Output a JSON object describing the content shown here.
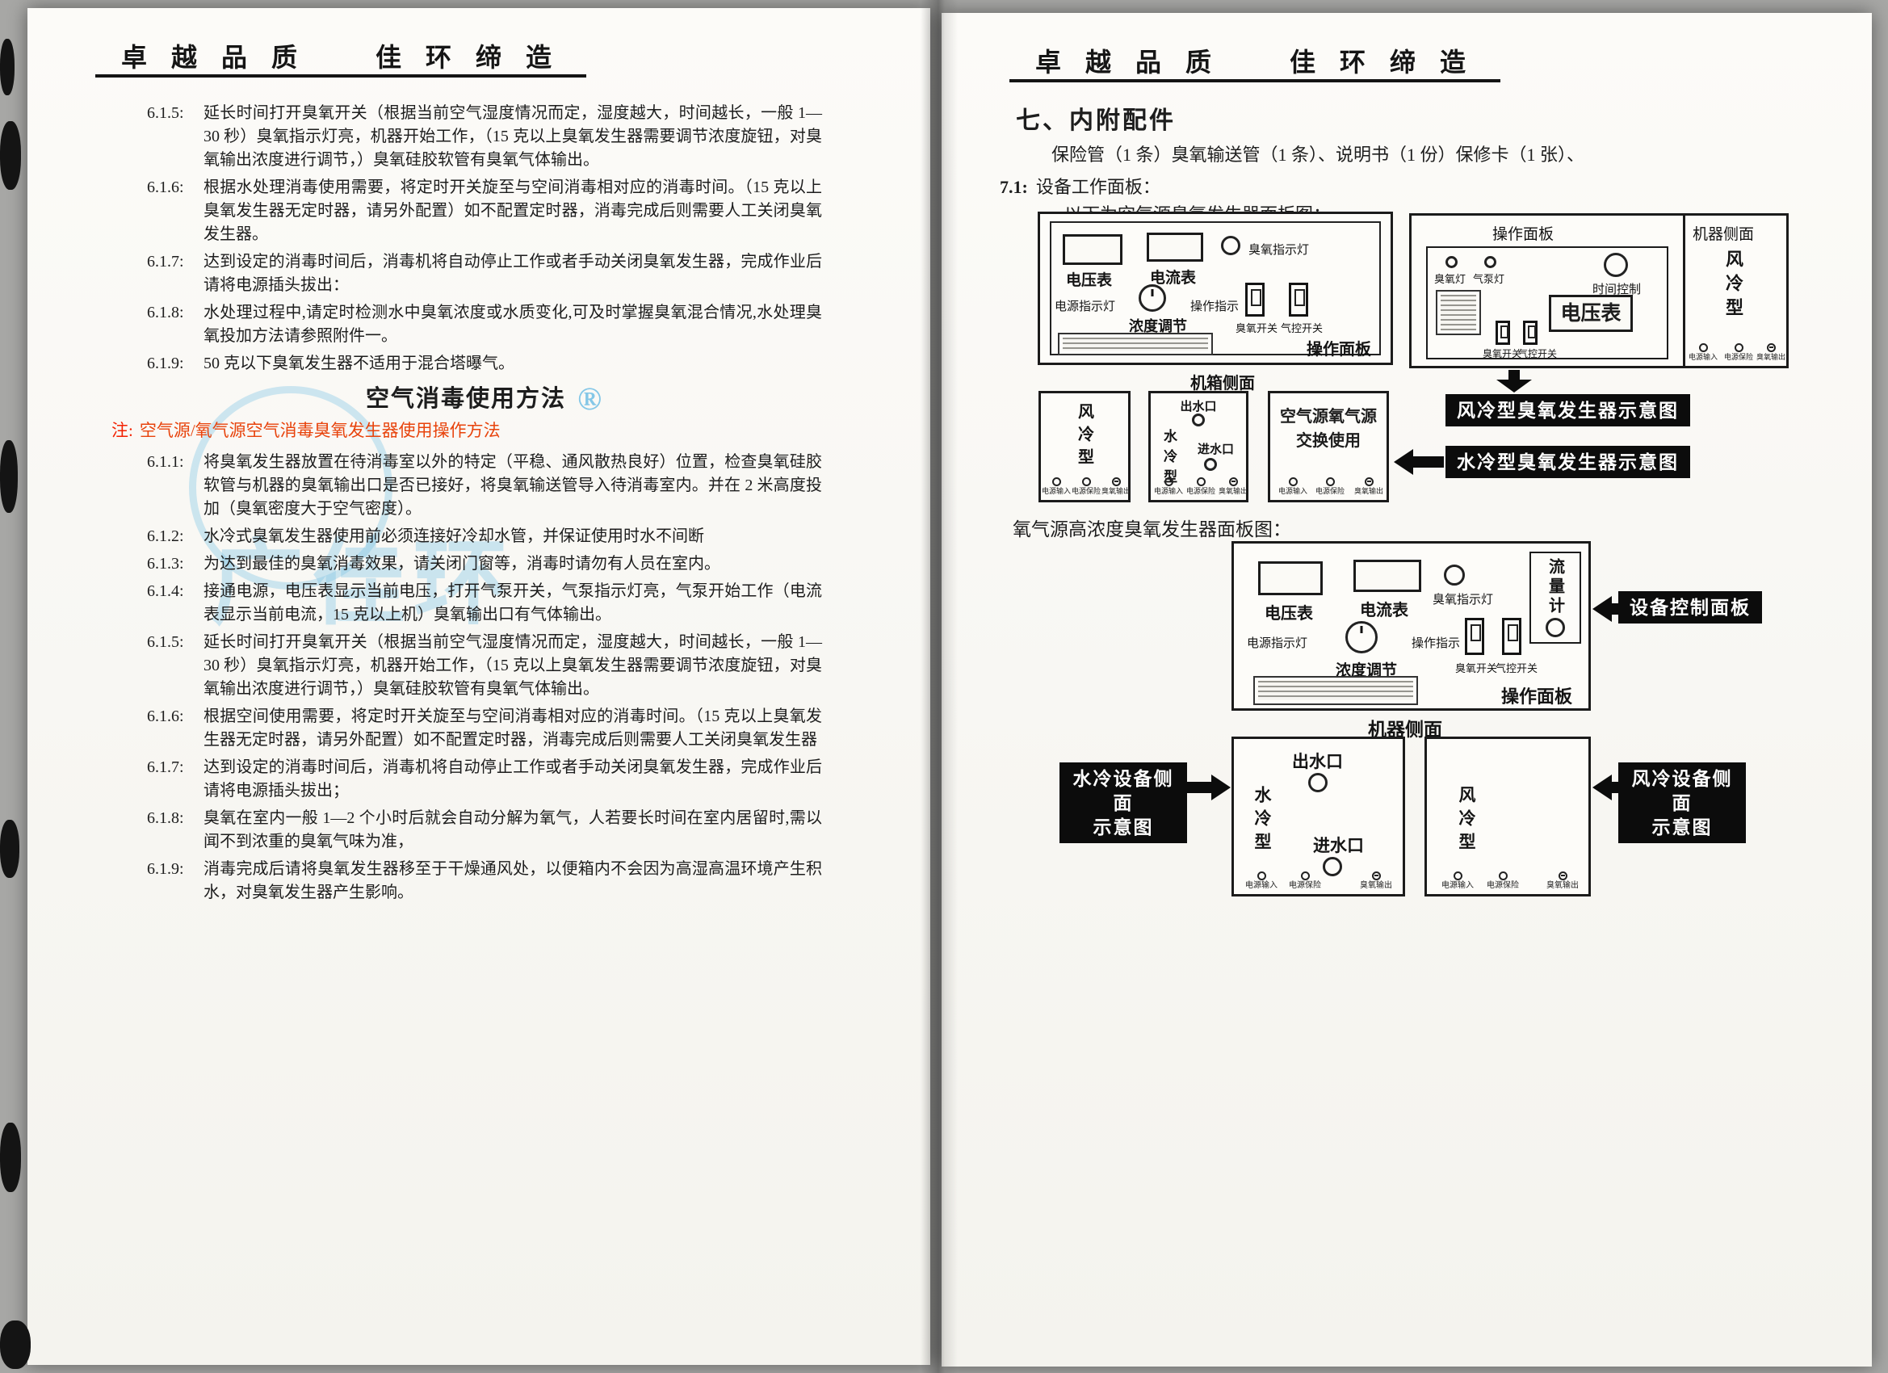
{
  "brand_header": "卓 越 品 质　　佳 环 缔 造",
  "left_page": {
    "items_top": [
      {
        "num": "6.1.5:",
        "text": "延长时间打开臭氧开关（根据当前空气湿度情况而定，湿度越大，时间越长，一般 1—30 秒）臭氧指示灯亮，机器开始工作，（15 克以上臭氧发生器需要调节浓度旋钮，对臭氧输出浓度进行调节，）臭氧硅胶软管有臭氧气体输出。"
      },
      {
        "num": "6.1.6:",
        "text": "根据水处理消毒使用需要，将定时开关旋至与空间消毒相对应的消毒时间。（15 克以上臭氧发生器无定时器，请另外配置）如不配置定时器，消毒完成后则需要人工关闭臭氧发生器。"
      },
      {
        "num": "6.1.7:",
        "text": "达到设定的消毒时间后，消毒机将自动停止工作或者手动关闭臭氧发生器，完成作业后请将电源插头拔出："
      },
      {
        "num": "6.1.8:",
        "text": "水处理过程中,请定时检测水中臭氧浓度或水质变化,可及时掌握臭氧混合情况,水处理臭氧投加方法请参照附件一。"
      },
      {
        "num": "6.1.9:",
        "text": "50 克以下臭氧发生器不适用于混合塔曝气。"
      }
    ],
    "section_title": "空气消毒使用方法",
    "reg_mark": "®",
    "note_prefix": "注:",
    "note_text": "空气源/氧气源空气消毒臭氧发生器使用操作方法",
    "items_bottom": [
      {
        "num": "6.1.1:",
        "text": "将臭氧发生器放置在待消毒室以外的特定（平稳、通风散热良好）位置，检查臭氧硅胶软管与机器的臭氧输出口是否已接好，将臭氧输送管导入待消毒室内。并在 2 米高度投加（臭氧密度大于空气密度）。"
      },
      {
        "num": "6.1.2:",
        "text": "水冷式臭氧发生器使用前必须连接好冷却水管，并保证使用时水不间断"
      },
      {
        "num": "6.1.3:",
        "text": "为达到最佳的臭氧消毒效果，请关闭门窗等，消毒时请勿有人员在室内。"
      },
      {
        "num": "6.1.4:",
        "text": "接通电源，电压表显示当前电压，打开气泵开关，气泵指示灯亮，气泵开始工作（电流表显示当前电流，15 克以上机）臭氧输出口有气体输出。"
      },
      {
        "num": "6.1.5:",
        "text": "延长时间打开臭氧开关（根据当前空气湿度情况而定，湿度越大，时间越长，一般 1—30 秒）臭氧指示灯亮，机器开始工作，（15 克以上臭氧发生器需要调节浓度旋钮，对臭氧输出浓度进行调节，）臭氧硅胶软管有臭氧气体输出。"
      },
      {
        "num": "6.1.6:",
        "text": "根据空间使用需要，将定时开关旋至与空间消毒相对应的消毒时间。（15 克以上臭氧发生器无定时器，请另外配置）如不配置定时器，消毒完成后则需要人工关闭臭氧发生器"
      },
      {
        "num": "6.1.7:",
        "text": "达到设定的消毒时间后，消毒机将自动停止工作或者手动关闭臭氧发生器，完成作业后请将电源插头拔出；"
      },
      {
        "num": "6.1.8:",
        "text": "臭氧在室内一般 1—2 个小时后就会自动分解为氧气，人若要长时间在室内居留时,需以闻不到浓重的臭氧气味为准，"
      },
      {
        "num": "6.1.9:",
        "text": "消毒完成后请将臭氧发生器移至于干燥通风处，以便箱内不会因为高湿高温环境产生积水，对臭氧发生器产生影响。"
      }
    ],
    "watermark_text": "广佳环"
  },
  "right_page": {
    "section_title": "七、内附配件",
    "section_body": "保险管（1 条）臭氧输送管（1 条）、说明书（1 份）保修卡（1 张）、",
    "sub_num": "7.1:",
    "sub_label": "设备工作面板：",
    "caption_air": "以下为空气源臭氧发生器面板图：",
    "caption_oxygen": "氧气源高浓度臭氧发生器面板图：",
    "labels": {
      "voltmeter": "电压表",
      "ammeter": "电流表",
      "ozone_lamp": "臭氧指示灯",
      "power_lamp": "电源指示灯",
      "concentration": "浓度调节",
      "operation_lamp": "操作指示",
      "ozone_switch": "臭氧开关",
      "air_switch": "气控开关",
      "operation_panel": "操作面板",
      "cabinet_side": "机箱侧面",
      "machine_side": "机器侧面",
      "fan_cooled": "风冷型",
      "water_cooled": "水冷型",
      "water_out": "出水口",
      "water_in": "进水口",
      "exchange_use": "空气源氧气源交换使用",
      "power_in": "电源输入",
      "power_fuse": "电源保险",
      "ozone_out": "臭氧输出",
      "ozone_lamp_short": "臭氧灯",
      "pump_lamp": "气泵灯",
      "time_control": "时间控制",
      "flow_meter": "流量计",
      "fan_machine_diagram": "风冷型臭氧发生器示意图",
      "water_machine_diagram": "水冷型臭氧发生器示意图",
      "device_control_panel": "设备控制面板",
      "water_side_diagram": "水冷设备侧面\n示意图",
      "fan_side_diagram": "风冷设备侧面\n示意图"
    }
  }
}
